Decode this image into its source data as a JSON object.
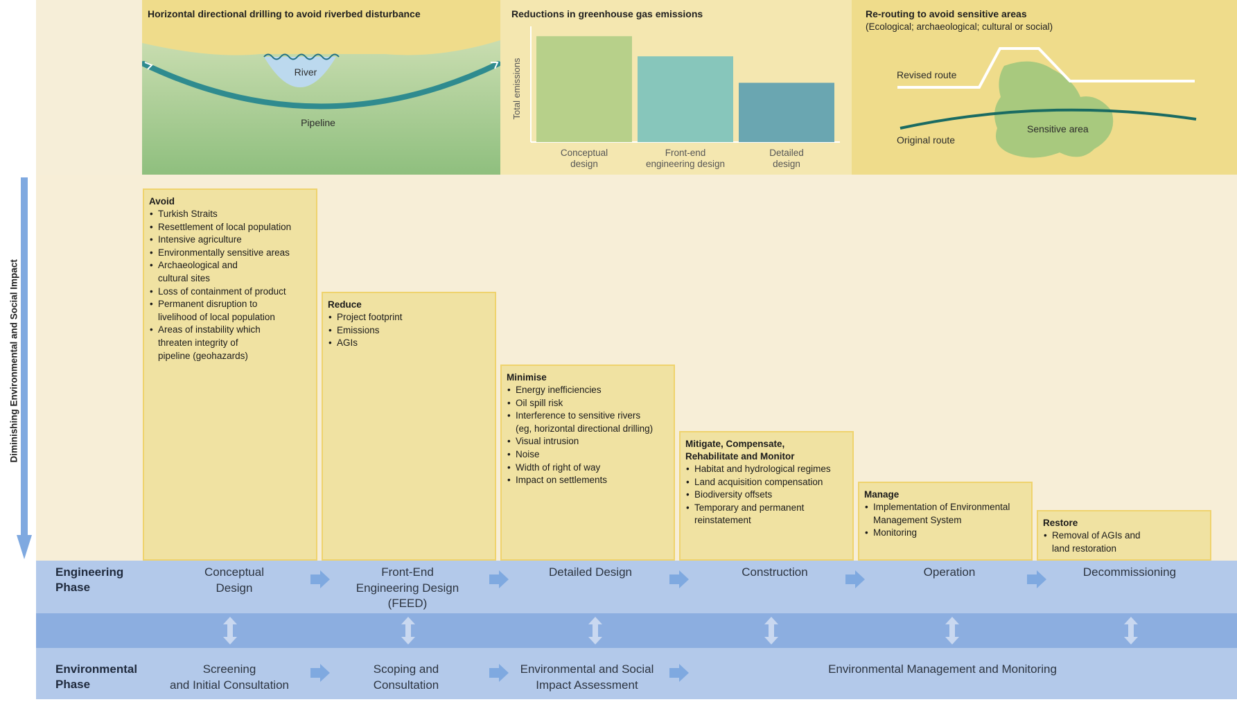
{
  "panels": {
    "hdd": {
      "title": "Horizontal directional drilling to avoid riverbed disturbance",
      "river_label": "River",
      "pipeline_label": "Pipeline"
    },
    "ghg": {
      "title": "Reductions in greenhouse gas emissions"
    },
    "route": {
      "title": "Re-routing to avoid sensitive areas",
      "subtitle": "(Ecological; archaeological; cultural or social)",
      "revised_label": "Revised route",
      "original_label": "Original route",
      "sensitive_label": "Sensitive area"
    }
  },
  "chart_data": {
    "type": "bar",
    "ylabel": "Total emissions",
    "categories": [
      "Conceptual\ndesign",
      "Front-end\nengineering design",
      "Detailed\ndesign"
    ],
    "values": [
      100,
      81,
      56
    ],
    "colors": [
      "#b7d08a",
      "#87c6bb",
      "#6aa6b1"
    ],
    "ylim": [
      0,
      108
    ]
  },
  "impact_axis_label": "Diminishing Environmental and Social Impact",
  "steps": [
    {
      "title": "Avoid",
      "items": [
        "Turkish Straits",
        "Resettlement of local population",
        "Intensive agriculture",
        "Environmentally sensitive areas",
        "Archaeological and\ncultural sites",
        "Loss of containment of product",
        "Permanent disruption to\nlivelihood of local population",
        "Areas of instability which\nthreaten integrity of\npipeline (geohazards)"
      ]
    },
    {
      "title": "Reduce",
      "items": [
        "Project footprint",
        "Emissions",
        "AGIs"
      ]
    },
    {
      "title": "Minimise",
      "items": [
        "Energy inefficiencies",
        "Oil spill risk",
        "Interference to sensitive rivers\n(eg, horizontal directional drilling)",
        "Visual intrusion",
        "Noise",
        "Width of right of way",
        "Impact on settlements"
      ]
    },
    {
      "title": "Mitigate, Compensate,\nRehabilitate and Monitor",
      "items": [
        "Habitat and hydrological regimes",
        "Land acquisition compensation",
        "Biodiversity offsets",
        "Temporary and permanent\nreinstatement"
      ]
    },
    {
      "title": "Manage",
      "items": [
        "Implementation of Environmental\nManagement System",
        "Monitoring"
      ]
    },
    {
      "title": "Restore",
      "items": [
        "Removal of AGIs and\nland restoration"
      ]
    }
  ],
  "engineering": {
    "label": "Engineering\nPhase",
    "stages": [
      "Conceptual\nDesign",
      "Front-End\nEngineering Design\n(FEED)",
      "Detailed Design",
      "Construction",
      "Operation",
      "Decommissioning"
    ]
  },
  "environmental": {
    "label": "Environmental\nPhase",
    "stages": [
      "Screening\nand Initial Consultation",
      "Scoping and\nConsultation",
      "Environmental and Social\nImpact Assessment",
      "Environmental  Management and Monitoring"
    ]
  },
  "colors": {
    "arrow_blue": "#7fa9e0",
    "band_light": "#b3c9ea",
    "band_dark": "#8caee0",
    "pipeline": "#2f8b8f",
    "box_fill": "#f0e2a2",
    "box_border": "#efd36d"
  }
}
